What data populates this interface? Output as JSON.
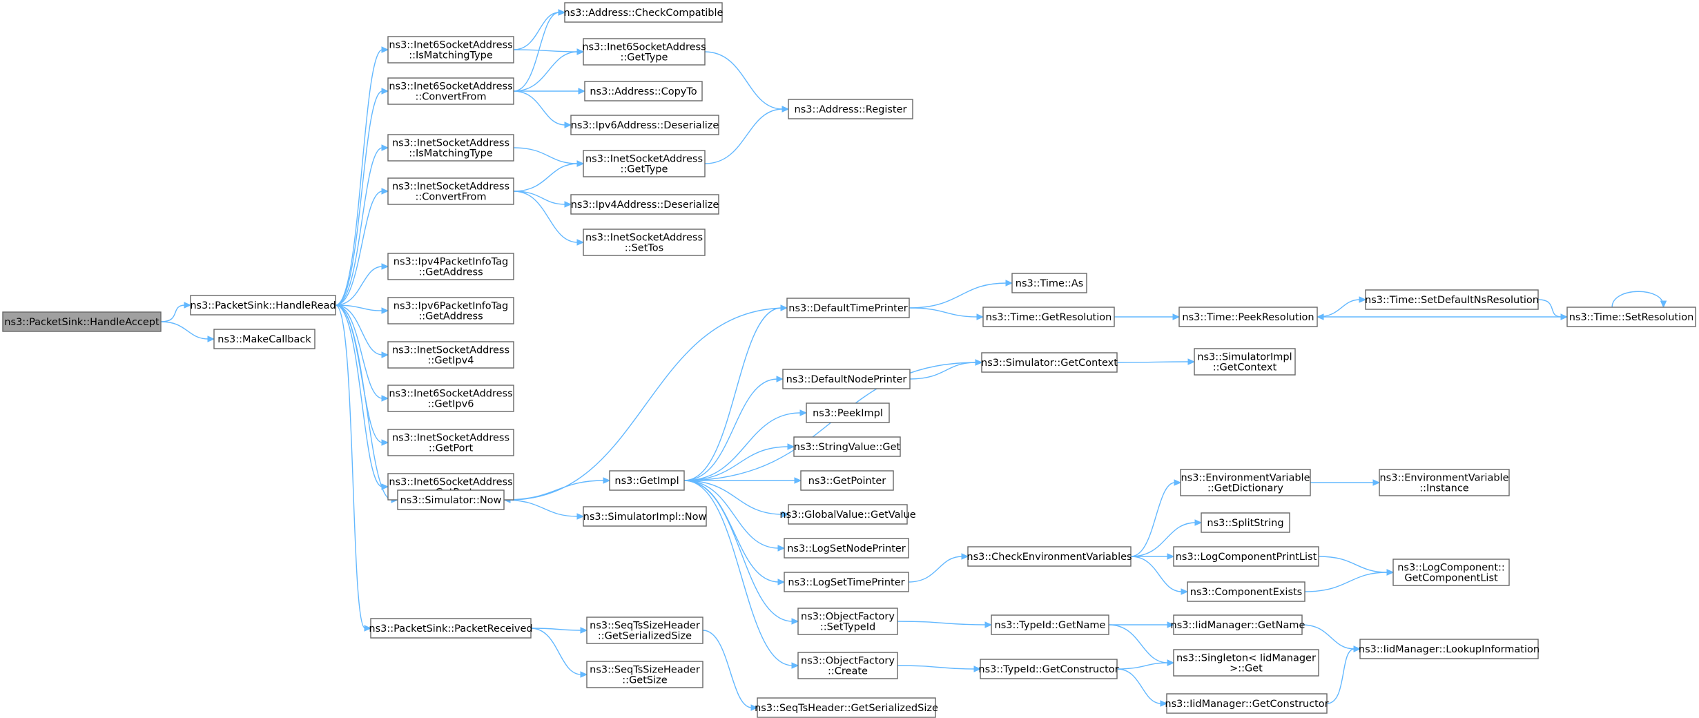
{
  "graph": {
    "nodes": [
      {
        "id": "handle_accept",
        "lines": [
          "ns3::PacketSink::HandleAccept"
        ],
        "root": true
      },
      {
        "id": "handle_read",
        "lines": [
          "ns3::PacketSink::HandleRead"
        ]
      },
      {
        "id": "make_callback",
        "lines": [
          "ns3::MakeCallback"
        ]
      },
      {
        "id": "i6_ismatching",
        "lines": [
          "ns3::Inet6SocketAddress",
          "::IsMatchingType"
        ]
      },
      {
        "id": "i6_convertfrom",
        "lines": [
          "ns3::Inet6SocketAddress",
          "::ConvertFrom"
        ]
      },
      {
        "id": "i4_ismatching",
        "lines": [
          "ns3::InetSocketAddress",
          "::IsMatchingType"
        ]
      },
      {
        "id": "i4_convertfrom",
        "lines": [
          "ns3::InetSocketAddress",
          "::ConvertFrom"
        ]
      },
      {
        "id": "ipv4pkt_getaddr",
        "lines": [
          "ns3::Ipv4PacketInfoTag",
          "::GetAddress"
        ]
      },
      {
        "id": "ipv6pkt_getaddr",
        "lines": [
          "ns3::Ipv6PacketInfoTag",
          "::GetAddress"
        ]
      },
      {
        "id": "i4_getipv4",
        "lines": [
          "ns3::InetSocketAddress",
          "::GetIpv4"
        ]
      },
      {
        "id": "i6_getipv6",
        "lines": [
          "ns3::Inet6SocketAddress",
          "::GetIpv6"
        ]
      },
      {
        "id": "i4_getport",
        "lines": [
          "ns3::InetSocketAddress",
          "::GetPort"
        ]
      },
      {
        "id": "i6_getport",
        "lines": [
          "ns3::Inet6SocketAddress",
          "::GetPort"
        ]
      },
      {
        "id": "sim_now",
        "lines": [
          "ns3::Simulator::Now"
        ]
      },
      {
        "id": "pkt_received",
        "lines": [
          "ns3::PacketSink::PacketReceived"
        ]
      },
      {
        "id": "addr_checkcompat",
        "lines": [
          "ns3::Address::CheckCompatible"
        ]
      },
      {
        "id": "i6_gettype",
        "lines": [
          "ns3::Inet6SocketAddress",
          "::GetType"
        ]
      },
      {
        "id": "addr_copyto",
        "lines": [
          "ns3::Address::CopyTo"
        ]
      },
      {
        "id": "ipv6addr_deser",
        "lines": [
          "ns3::Ipv6Address::Deserialize"
        ]
      },
      {
        "id": "i4_gettype",
        "lines": [
          "ns3::InetSocketAddress",
          "::GetType"
        ]
      },
      {
        "id": "ipv4addr_deser",
        "lines": [
          "ns3::Ipv4Address::Deserialize"
        ]
      },
      {
        "id": "i4_settos",
        "lines": [
          "ns3::InetSocketAddress",
          "::SetTos"
        ]
      },
      {
        "id": "addr_register",
        "lines": [
          "ns3::Address::Register"
        ]
      },
      {
        "id": "getimpl",
        "lines": [
          "ns3::GetImpl"
        ]
      },
      {
        "id": "simimpl_now",
        "lines": [
          "ns3::SimulatorImpl::Now"
        ]
      },
      {
        "id": "default_time_printer",
        "lines": [
          "ns3::DefaultTimePrinter"
        ]
      },
      {
        "id": "default_node_printer",
        "lines": [
          "ns3::DefaultNodePrinter"
        ]
      },
      {
        "id": "peekimpl",
        "lines": [
          "ns3::PeekImpl"
        ]
      },
      {
        "id": "stringvalue_get",
        "lines": [
          "ns3::StringValue::Get"
        ]
      },
      {
        "id": "getpointer",
        "lines": [
          "ns3::GetPointer"
        ]
      },
      {
        "id": "globalvalue_getvalue",
        "lines": [
          "ns3::GlobalValue::GetValue"
        ]
      },
      {
        "id": "logsetnodeprinter",
        "lines": [
          "ns3::LogSetNodePrinter"
        ]
      },
      {
        "id": "logsettimeprinter",
        "lines": [
          "ns3::LogSetTimePrinter"
        ]
      },
      {
        "id": "objfactory_settypeid",
        "lines": [
          "ns3::ObjectFactory",
          "::SetTypeId"
        ]
      },
      {
        "id": "objfactory_create",
        "lines": [
          "ns3::ObjectFactory",
          "::Create"
        ]
      },
      {
        "id": "seqts_getserialized",
        "lines": [
          "ns3::SeqTsSizeHeader",
          "::GetSerializedSize"
        ]
      },
      {
        "id": "seqts_getsize",
        "lines": [
          "ns3::SeqTsSizeHeader",
          "::GetSize"
        ]
      },
      {
        "id": "seqtsheader_getserialized",
        "lines": [
          "ns3::SeqTsHeader::GetSerializedSize"
        ]
      },
      {
        "id": "time_as",
        "lines": [
          "ns3::Time::As"
        ]
      },
      {
        "id": "time_getresolution",
        "lines": [
          "ns3::Time::GetResolution"
        ]
      },
      {
        "id": "sim_getcontext",
        "lines": [
          "ns3::Simulator::GetContext"
        ]
      },
      {
        "id": "check_env",
        "lines": [
          "ns3::CheckEnvironmentVariables"
        ]
      },
      {
        "id": "typeid_getname",
        "lines": [
          "ns3::TypeId::GetName"
        ]
      },
      {
        "id": "typeid_getconstructor",
        "lines": [
          "ns3::TypeId::GetConstructor"
        ]
      },
      {
        "id": "time_peekresolution",
        "lines": [
          "ns3::Time::PeekResolution"
        ]
      },
      {
        "id": "simimpl_getcontext",
        "lines": [
          "ns3::SimulatorImpl",
          "::GetContext"
        ]
      },
      {
        "id": "env_getdictionary",
        "lines": [
          "ns3::EnvironmentVariable",
          "::GetDictionary"
        ]
      },
      {
        "id": "splitstring",
        "lines": [
          "ns3::SplitString"
        ]
      },
      {
        "id": "logcomp_printlist",
        "lines": [
          "ns3::LogComponentPrintList"
        ]
      },
      {
        "id": "component_exists",
        "lines": [
          "ns3::ComponentExists"
        ]
      },
      {
        "id": "iid_getname",
        "lines": [
          "ns3::IidManager::GetName"
        ]
      },
      {
        "id": "singleton_get",
        "lines": [
          "ns3::Singleton< IidManager",
          ">::Get"
        ]
      },
      {
        "id": "iid_getconstructor",
        "lines": [
          "ns3::IidManager::GetConstructor"
        ]
      },
      {
        "id": "time_setdefaultns",
        "lines": [
          "ns3::Time::SetDefaultNsResolution"
        ]
      },
      {
        "id": "time_setresolution",
        "lines": [
          "ns3::Time::SetResolution"
        ]
      },
      {
        "id": "env_instance",
        "lines": [
          "ns3::EnvironmentVariable",
          "::Instance"
        ]
      },
      {
        "id": "logcomp_getlist",
        "lines": [
          "ns3::LogComponent::",
          "GetComponentList"
        ]
      },
      {
        "id": "iid_lookupinfo",
        "lines": [
          "ns3::IidManager::LookupInformation"
        ]
      }
    ],
    "edges": [
      [
        "handle_accept",
        "handle_read"
      ],
      [
        "handle_accept",
        "make_callback"
      ],
      [
        "handle_read",
        "i6_ismatching"
      ],
      [
        "handle_read",
        "i6_convertfrom"
      ],
      [
        "handle_read",
        "i4_ismatching"
      ],
      [
        "handle_read",
        "i4_convertfrom"
      ],
      [
        "handle_read",
        "ipv4pkt_getaddr"
      ],
      [
        "handle_read",
        "ipv6pkt_getaddr"
      ],
      [
        "handle_read",
        "i4_getipv4"
      ],
      [
        "handle_read",
        "i6_getipv6"
      ],
      [
        "handle_read",
        "i4_getport"
      ],
      [
        "handle_read",
        "i6_getport"
      ],
      [
        "handle_read",
        "sim_now"
      ],
      [
        "handle_read",
        "pkt_received"
      ],
      [
        "i6_ismatching",
        "addr_checkcompat"
      ],
      [
        "i6_ismatching",
        "i6_gettype"
      ],
      [
        "i6_convertfrom",
        "addr_checkcompat"
      ],
      [
        "i6_convertfrom",
        "i6_gettype"
      ],
      [
        "i6_convertfrom",
        "addr_copyto"
      ],
      [
        "i6_convertfrom",
        "ipv6addr_deser"
      ],
      [
        "i6_gettype",
        "addr_register"
      ],
      [
        "i4_ismatching",
        "i4_gettype"
      ],
      [
        "i4_convertfrom",
        "i4_gettype"
      ],
      [
        "i4_convertfrom",
        "ipv4addr_deser"
      ],
      [
        "i4_convertfrom",
        "i4_settos"
      ],
      [
        "i4_gettype",
        "addr_register"
      ],
      [
        "sim_now",
        "getimpl"
      ],
      [
        "sim_now",
        "simimpl_now"
      ],
      [
        "getimpl",
        "default_time_printer"
      ],
      [
        "getimpl",
        "sim_getcontext"
      ],
      [
        "getimpl",
        "default_node_printer"
      ],
      [
        "getimpl",
        "peekimpl"
      ],
      [
        "getimpl",
        "stringvalue_get"
      ],
      [
        "getimpl",
        "getpointer"
      ],
      [
        "getimpl",
        "globalvalue_getvalue"
      ],
      [
        "getimpl",
        "logsetnodeprinter"
      ],
      [
        "getimpl",
        "logsettimeprinter"
      ],
      [
        "getimpl",
        "objfactory_settypeid"
      ],
      [
        "getimpl",
        "objfactory_create"
      ],
      [
        "default_time_printer",
        "sim_now"
      ],
      [
        "default_time_printer",
        "time_as"
      ],
      [
        "default_time_printer",
        "time_getresolution"
      ],
      [
        "default_node_printer",
        "sim_getcontext"
      ],
      [
        "sim_getcontext",
        "simimpl_getcontext"
      ],
      [
        "time_getresolution",
        "time_peekresolution"
      ],
      [
        "time_peekresolution",
        "time_setdefaultns"
      ],
      [
        "time_setdefaultns",
        "time_setresolution"
      ],
      [
        "time_setresolution",
        "time_peekresolution"
      ],
      [
        "time_setresolution",
        "time_setresolution"
      ],
      [
        "logsettimeprinter",
        "check_env"
      ],
      [
        "check_env",
        "env_getdictionary"
      ],
      [
        "check_env",
        "splitstring"
      ],
      [
        "check_env",
        "logcomp_printlist"
      ],
      [
        "check_env",
        "component_exists"
      ],
      [
        "env_getdictionary",
        "env_instance"
      ],
      [
        "logcomp_printlist",
        "logcomp_getlist"
      ],
      [
        "component_exists",
        "logcomp_getlist"
      ],
      [
        "objfactory_settypeid",
        "typeid_getname"
      ],
      [
        "objfactory_create",
        "typeid_getconstructor"
      ],
      [
        "typeid_getname",
        "iid_getname"
      ],
      [
        "typeid_getname",
        "singleton_get"
      ],
      [
        "typeid_getconstructor",
        "singleton_get"
      ],
      [
        "typeid_getconstructor",
        "iid_getconstructor"
      ],
      [
        "iid_getname",
        "iid_lookupinfo"
      ],
      [
        "iid_getconstructor",
        "iid_lookupinfo"
      ],
      [
        "pkt_received",
        "seqts_getserialized"
      ],
      [
        "pkt_received",
        "seqts_getsize"
      ],
      [
        "seqts_getserialized",
        "seqtsheader_getserialized"
      ]
    ]
  }
}
